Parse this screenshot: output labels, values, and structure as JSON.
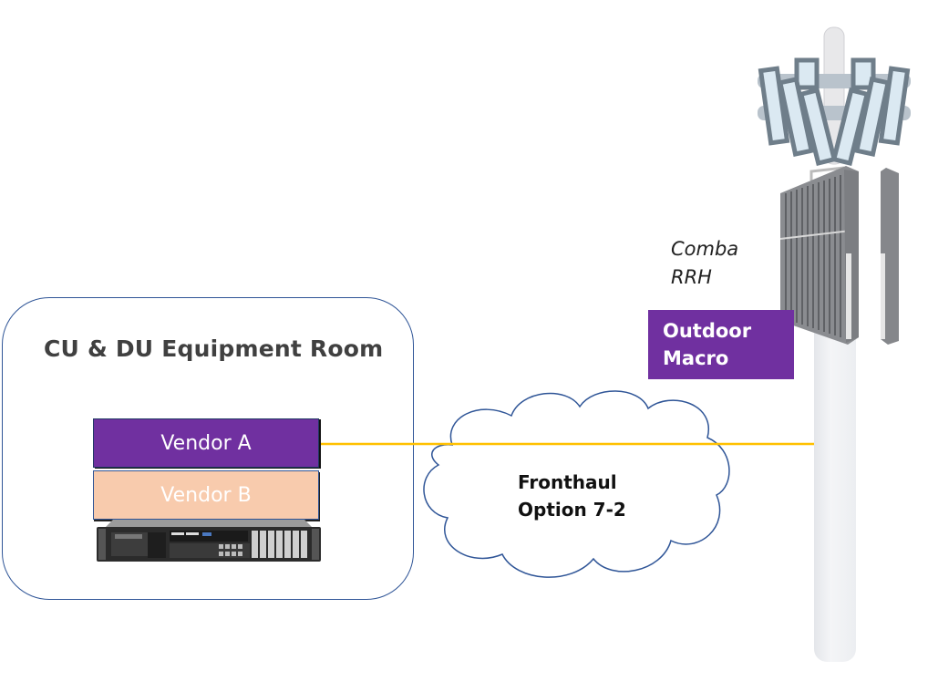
{
  "equipment_room": {
    "title": "CU & DU Equipment Room",
    "vendors": [
      {
        "label": "Vendor A",
        "color": "#7030a0"
      },
      {
        "label": "Vendor B",
        "color": "#f8cbad"
      }
    ],
    "hardware": "server-icon"
  },
  "fronthaul": {
    "line1": "Fronthaul",
    "line2": "Option 7-2",
    "link_color": "#ffc000"
  },
  "cell_site": {
    "rrh_line1": "Comba",
    "rrh_line2": "RRH",
    "badge_line1": "Outdoor",
    "badge_line2": "Macro",
    "badge_color": "#7030a0"
  },
  "colors": {
    "outline": "#2f5597",
    "title_text": "#404040"
  }
}
